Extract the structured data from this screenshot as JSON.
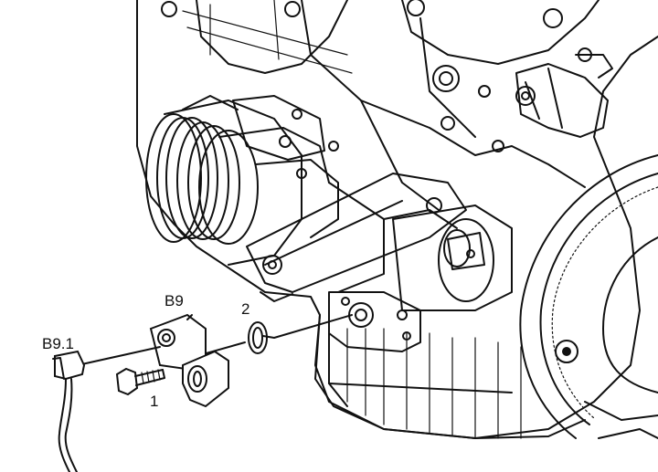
{
  "callouts": {
    "sensor_connector": "B9.1",
    "sensor": "B9",
    "bolt": "1",
    "o_ring": "2"
  }
}
